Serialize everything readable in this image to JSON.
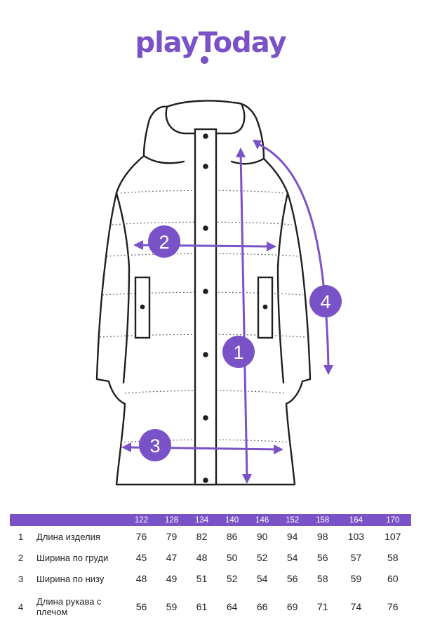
{
  "brand": {
    "logo_text": "playToday"
  },
  "markers": {
    "m1": "1",
    "m2": "2",
    "m3": "3",
    "m4": "4"
  },
  "colors": {
    "accent": "#7a52c7",
    "outline": "#1f1f1f"
  },
  "size_table": {
    "sizes": [
      "122",
      "128",
      "134",
      "140",
      "146",
      "152",
      "158",
      "164",
      "170"
    ],
    "rows": [
      {
        "num": "1",
        "name": "Длина изделия",
        "values": [
          "76",
          "79",
          "82",
          "86",
          "90",
          "94",
          "98",
          "103",
          "107"
        ]
      },
      {
        "num": "2",
        "name": "Ширина по груди",
        "values": [
          "45",
          "47",
          "48",
          "50",
          "52",
          "54",
          "56",
          "57",
          "58"
        ]
      },
      {
        "num": "3",
        "name": "Ширина по низу",
        "values": [
          "48",
          "49",
          "51",
          "52",
          "54",
          "56",
          "58",
          "59",
          "60"
        ]
      },
      {
        "num": "4",
        "name": "Длина рукава с плечом",
        "values": [
          "56",
          "59",
          "61",
          "64",
          "66",
          "69",
          "71",
          "74",
          "76"
        ]
      }
    ]
  }
}
